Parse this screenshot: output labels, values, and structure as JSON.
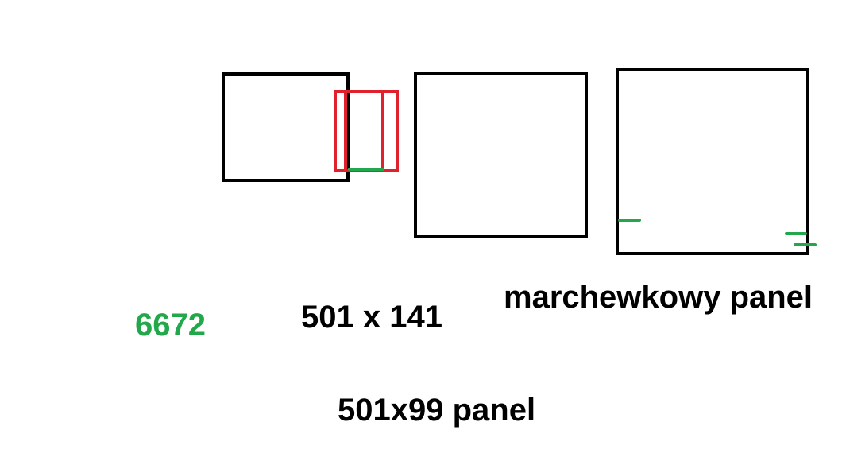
{
  "colors": {
    "panel_stroke": "#000000",
    "highlight_stroke": "#e0202a",
    "marker": "#22a84a",
    "label_text": "#000000",
    "number_text": "#22a84a"
  },
  "labels": {
    "green_number": "6672",
    "dimensions": "501 x 141",
    "carrot_panel": "marchewkowy panel",
    "panel_size": "501x99 panel"
  }
}
